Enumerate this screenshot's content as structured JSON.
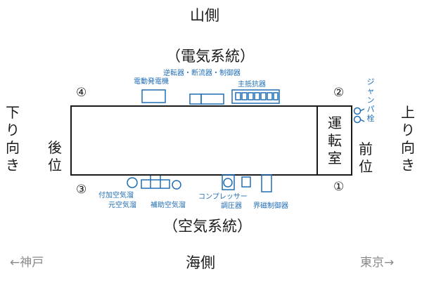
{
  "mountain_side": "山側",
  "sea_side": "海側",
  "electrical_system": "（電気系統）",
  "air_system": "（空気系統）",
  "rear_position": "後位",
  "front_position": "前位",
  "cab": "運転室",
  "downbound": "下り向き",
  "upbound": "上り向き",
  "to_kobe": "←神戸",
  "to_tokyo": "東京→",
  "corner_1": "①",
  "corner_2": "②",
  "corner_3": "③",
  "corner_4": "④",
  "equipment": {
    "motor_generator": "電動発電機",
    "reverser_breaker_controller": "逆転器・断流器・制御器",
    "main_resistor": "主抵抗器",
    "jumper_plug": "ジャンパ栓",
    "aux_air_tank": "付加空気溜",
    "main_air_tank": "元空気溜",
    "auxiliary_air_tank": "補助空気溜",
    "compressor": "コンプレッサー",
    "pressure_regulator": "調圧器",
    "magnetic_controller": "界磁制御器"
  },
  "colors": {
    "equipment": "#1f6db5",
    "outline": "#1a1a1a",
    "direction": "#8a8a8a"
  }
}
